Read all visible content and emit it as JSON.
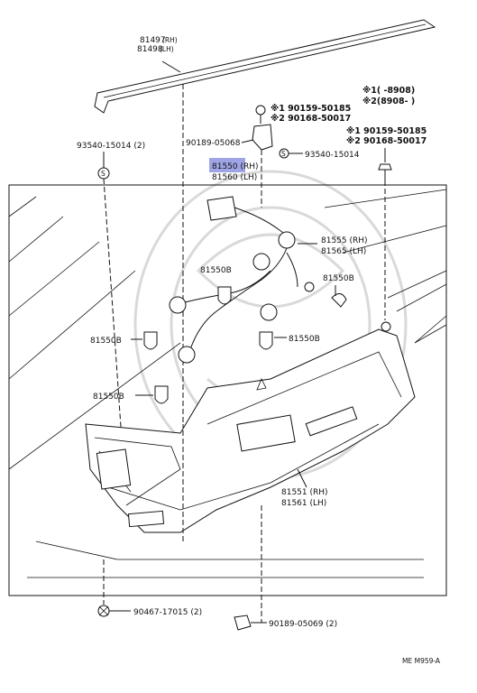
{
  "parts": {
    "molding": {
      "rh": "81497",
      "rh_tag": "(RH)",
      "lh": "81498",
      "lh_tag": "(LH)"
    },
    "range_box": {
      "line1": "※1(     -8908)",
      "line2": "※2(8908-      )"
    },
    "screw_top": {
      "line1": "※1 90159-50185",
      "line2": "※2 90168-50017"
    },
    "screw_right": {
      "line1": "※1 90159-50185",
      "line2": "※2 90168-50017"
    },
    "nut_left": "93540-15014 (2)",
    "bracket_clip": "90189-05068",
    "nut_right": "93540-15014",
    "socket_assy": {
      "rh": "81550 (RH)",
      "lh": "81560 (LH)"
    },
    "harness": {
      "rh": "81555 (RH)",
      "lh": "81565 (LH)"
    },
    "bulb_labels": [
      "81550B",
      "81550B",
      "81550B",
      "81550B",
      "81550B"
    ],
    "lamp_assy": {
      "rh": "81551 (RH)",
      "lh": "81561 (LH)"
    },
    "bottom_clip": "90467-17015   (2)",
    "bottom_nut": "90189-05069 (2)",
    "nut_symbol": "S",
    "page_code": "ME  M959-A"
  },
  "colors": {
    "highlight": "#7f86dc",
    "ink": "#111111"
  }
}
